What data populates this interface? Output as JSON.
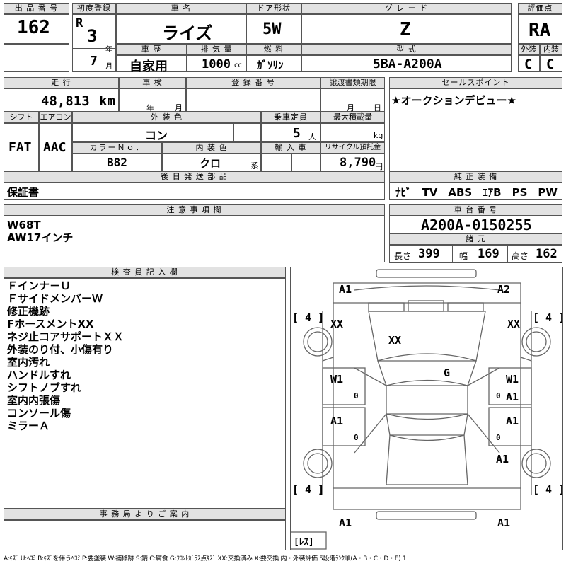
{
  "headers": {
    "lot_no": "出 品 番 号",
    "first_reg": "初度登録",
    "car_name": "車 名",
    "door": "ドア形状",
    "grade": "グ レ ー ド",
    "score": "評価点",
    "history": "車 歴",
    "displacement": "排 気 量",
    "fuel": "燃 料",
    "model": "型 式",
    "exterior": "外装",
    "interior": "内装",
    "mileage": "走 行",
    "inspection": "車 検",
    "reg_no": "登 録 番 号",
    "transfer_deadline": "譲渡書類期限",
    "sales_point": "セールスポイント",
    "shift": "シフト",
    "aircon": "エアコン",
    "ext_color": "外 装 色",
    "capacity": "乗車定員",
    "max_load": "最大積載量",
    "color_no": "カラーＮｏ．",
    "int_color": "内 装 色",
    "import": "輸 入 車",
    "recycle": "リサイクル預託金",
    "later_parts": "後 日 発 送 部 品",
    "genuine_equip": "純 正 装 備",
    "notes": "注 意 事 項 欄",
    "chassis": "車 台 番 号",
    "specs": "諸 元",
    "inspector": "検 査 員 記 入 欄",
    "office": "事 務 局 よ り ご 案 内"
  },
  "values": {
    "lot_no": "162",
    "era": "R",
    "year": "3",
    "year_unit": "年",
    "month": "7",
    "month_unit": "月",
    "car_name": "ライズ",
    "door": "5W",
    "grade": "Z",
    "score": "RA",
    "history": "自家用",
    "displacement": "1000",
    "displacement_unit": "cc",
    "fuel": "ｶﾞｿﾘﾝ",
    "model": "5BA-A200A",
    "exterior": "C",
    "interior": "C",
    "mileage": "48,813",
    "mileage_unit": "km",
    "insp_year": "年",
    "insp_month": "月",
    "transfer_month": "月",
    "transfer_day": "日",
    "sales_point": "★オークションデビュー★",
    "shift": "FAT",
    "aircon": "AAC",
    "ext_color": "コン",
    "capacity": "5",
    "capacity_unit": "人",
    "max_load_unit": "kg",
    "color_no": "B82",
    "int_color": "クロ",
    "int_color_unit": "系",
    "recycle": "8,790",
    "recycle_unit": "円",
    "later_parts": "保証書",
    "genuine_equip": "ﾅﾋﾞ　TV　ABS　ｴｱB　PS　PW",
    "notes": [
      "W68T",
      "AW17インチ"
    ],
    "chassis": "A200A-0150255",
    "length_label": "長さ",
    "length": "399",
    "width_label": "幅",
    "width": "169",
    "height_label": "高さ",
    "height": "162"
  },
  "inspector_notes": [
    "Ｆインナ－Ｕ",
    "ＦサイドメンバーＷ",
    "修正機跡",
    "FホースメントXX",
    "ネジ止コアサポートＸＸ",
    "外装のり付、小傷有り",
    "室内汚れ",
    "ハンドルすれ",
    "シフトノブすれ",
    "室内内張傷",
    "コンソール傷",
    "ミラーＡ"
  ],
  "diagram": {
    "front_left": "A1",
    "front_right": "A2",
    "tire_fl": "[ 4 ]",
    "tire_fr": "[ 4 ]",
    "tire_rl": "[ 4 ]",
    "tire_rr": "[ 4 ]",
    "fender_fl": "XX",
    "fender_fr": "XX",
    "hood": "XX",
    "roof": "G",
    "door_fl": "W1",
    "door_fl_zero": "0",
    "door_fr": "W1",
    "door_fr_zero": "0",
    "door_fr_2": "A1",
    "door_rl": "A1",
    "door_rl_zero": "0",
    "door_rr": "A1",
    "door_rr_zero": "0",
    "rear_fender_r": "A1",
    "rear_left": "A1",
    "rear_right": "A1",
    "spare": "[ﾚｽ]"
  },
  "legend": "A:ｷｽﾞ U:ﾍｺﾐ B:ｷｽﾞを伴うﾍｺﾐ P:要塗装 W:補修跡 S:錆 C:腐食 G:ﾌﾛﾝﾄｶﾞﾗｽ点ｷｽﾞ XX:交換済み X:要交換 内・外装評価 5段階ﾗﾝｸ順(A・B・C・D・E) 1"
}
